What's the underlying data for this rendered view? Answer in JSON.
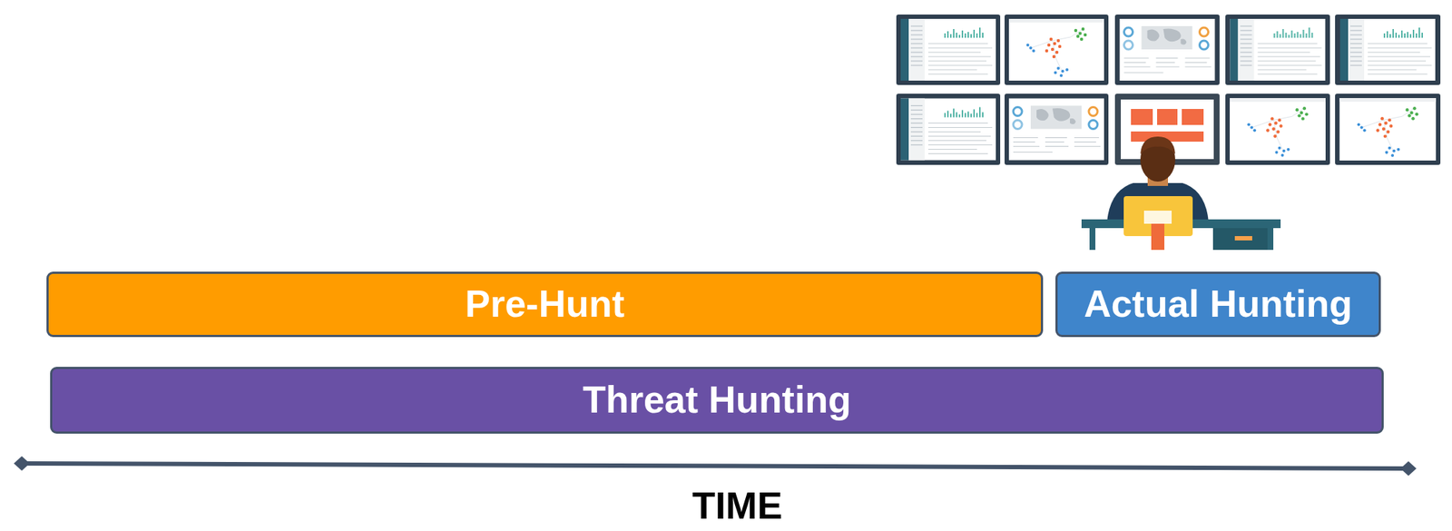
{
  "diagram": {
    "nodes": [
      {
        "text": [
          "Pre-Hunt"
        ]
      },
      {
        "text": [
          "Actual Hunting"
        ]
      },
      {
        "text": [
          "Threat Hunting"
        ]
      }
    ],
    "labels": [
      "TIME"
    ]
  }
}
